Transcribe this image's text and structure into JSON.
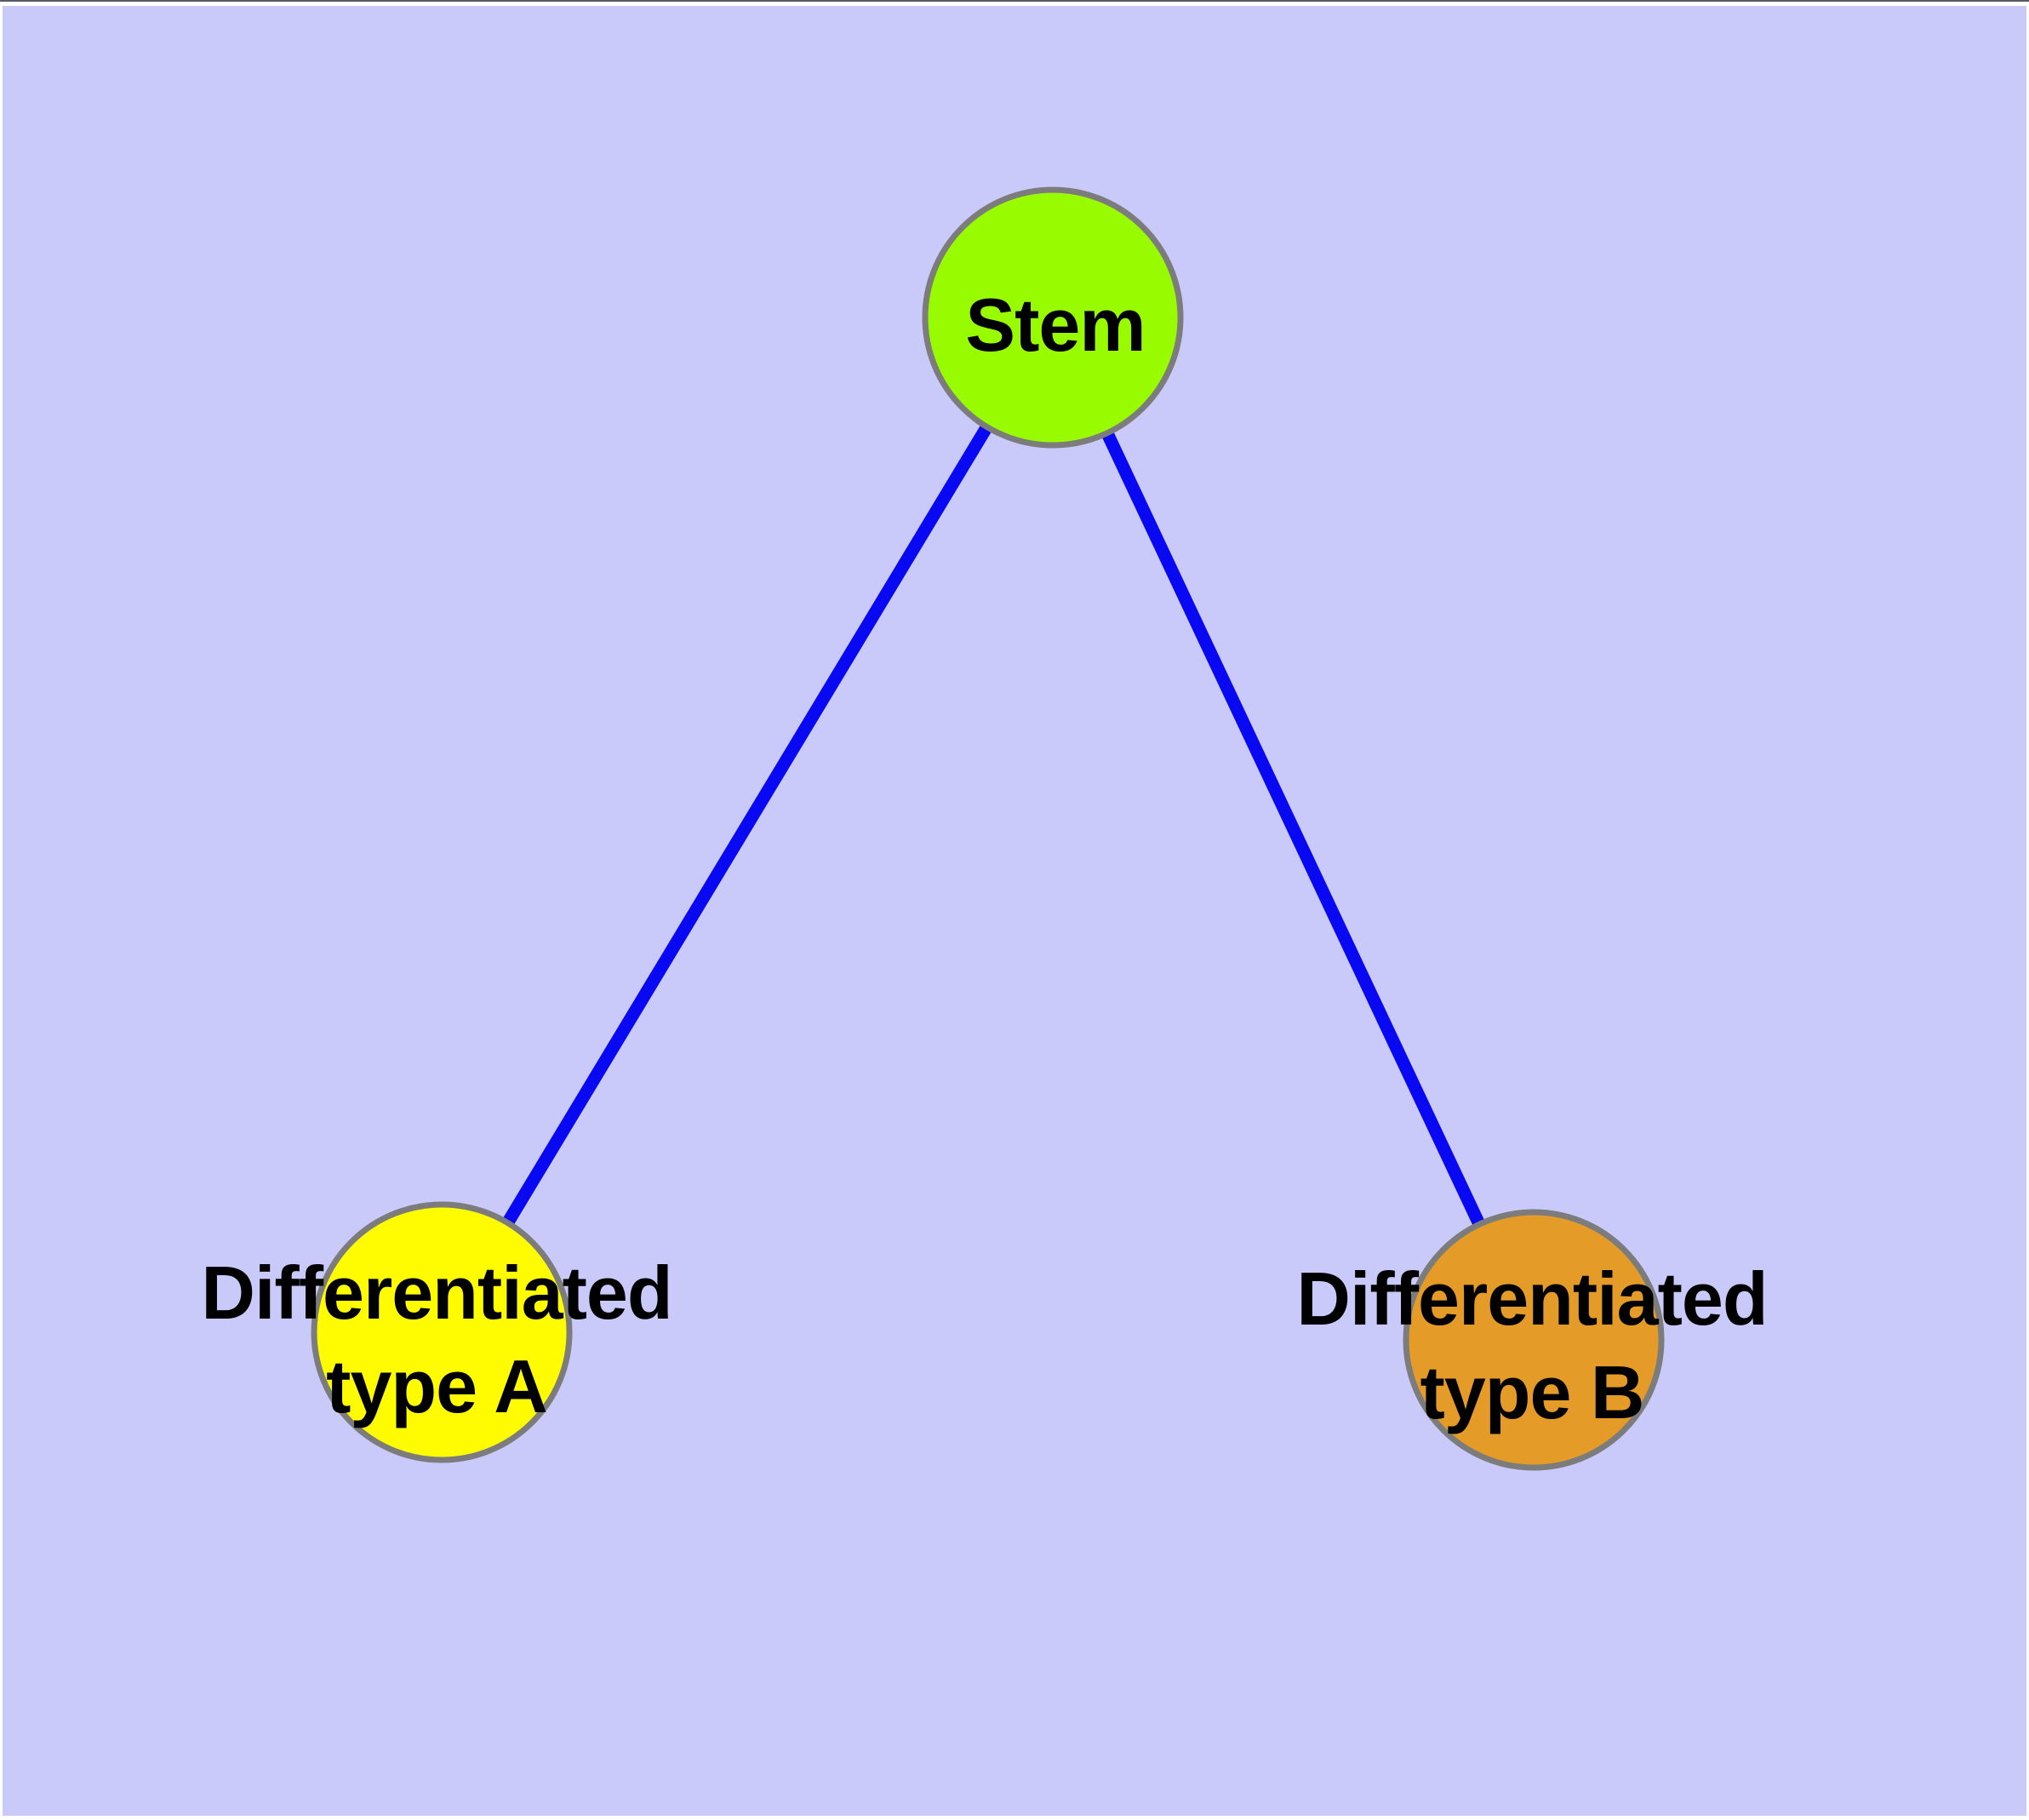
{
  "diagram": {
    "background_color": "#C9C9FA",
    "page_margin_color": "#FFFFFF",
    "edge_color": "#0808F2",
    "node_border_color": "#7C7C7C",
    "text_color": "#000000",
    "nodes": [
      {
        "id": "stem",
        "label": "Stem",
        "fill_color": "#99FB00"
      },
      {
        "id": "differentiated-type-a",
        "label_line1": "Differentiated",
        "label_line2": "type A",
        "fill_color": "#FFFB00"
      },
      {
        "id": "differentiated-type-b",
        "label_line1": "Differentiated",
        "label_line2": "type B",
        "fill_color": "#E49B27"
      }
    ],
    "edges": [
      {
        "from": "stem",
        "to": "differentiated-type-a"
      },
      {
        "from": "stem",
        "to": "differentiated-type-b"
      }
    ]
  }
}
